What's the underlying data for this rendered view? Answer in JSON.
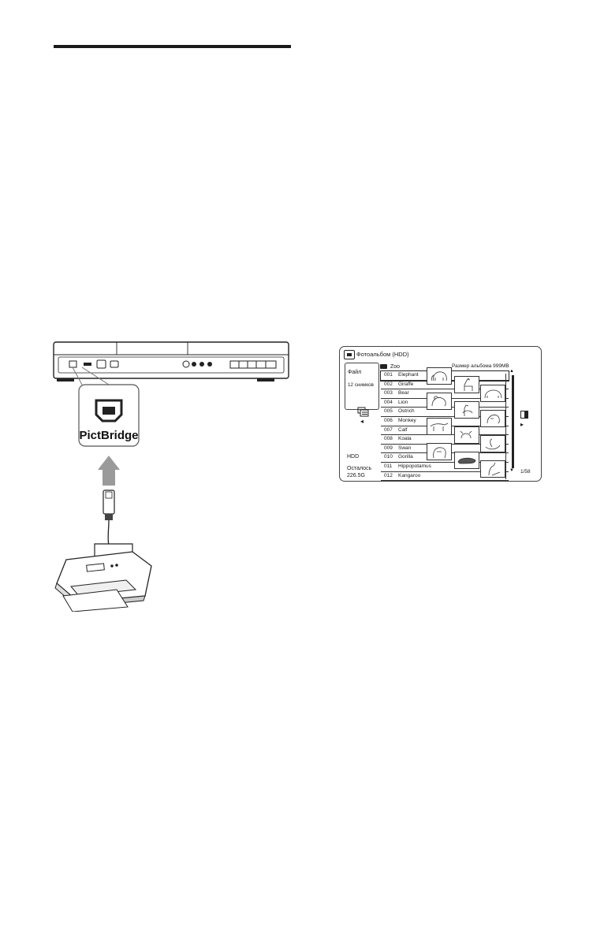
{
  "figure_left": {
    "connector_label": "PictBridge",
    "icons": [
      "dvd-recorder-icon",
      "usb-b-port-icon",
      "arrow-up-icon",
      "usb-cable-icon",
      "printer-icon"
    ]
  },
  "menu": {
    "title": "Фотоальбом (HDD)",
    "folder": "Zoo",
    "album_size": "Размер альбома  999MB",
    "side_file_label": "Файл",
    "side_count": "12 снимков",
    "media": "HDD",
    "remaining_label": "Осталось",
    "remaining_value": "226.5G",
    "page": "1/58",
    "items": [
      {
        "num": "001",
        "name": "Elephant"
      },
      {
        "num": "002",
        "name": "Giraffe"
      },
      {
        "num": "003",
        "name": "Bear"
      },
      {
        "num": "004",
        "name": "Lion"
      },
      {
        "num": "005",
        "name": "Ostrich"
      },
      {
        "num": "006",
        "name": "Monkey"
      },
      {
        "num": "007",
        "name": "Calf"
      },
      {
        "num": "008",
        "name": "Koala"
      },
      {
        "num": "009",
        "name": "Swan"
      },
      {
        "num": "010",
        "name": "Gorilla"
      },
      {
        "num": "011",
        "name": "Hippopotamus"
      },
      {
        "num": "012",
        "name": "Kangaroo"
      }
    ],
    "icons": [
      "photo-album-icon",
      "folder-icon",
      "list-view-icon",
      "scroll-arrow-left-icon",
      "scroll-arrow-right-icon",
      "slideshow-icon"
    ]
  }
}
